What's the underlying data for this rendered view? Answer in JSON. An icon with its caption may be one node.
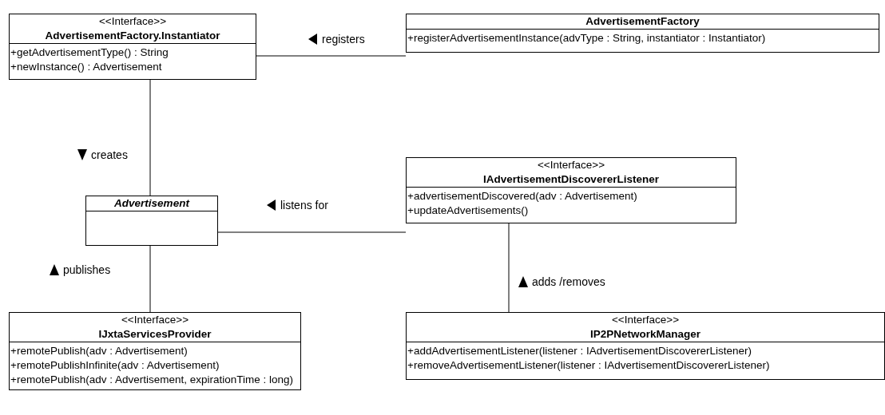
{
  "diagram": {
    "nodes": [
      {
        "text": [
          "<<Interface>>",
          "AdvertisementFactory.Instantiator",
          "+getAdvertisementType() : String",
          "+newInstance() : Advertisement"
        ]
      },
      {
        "text": [
          "AdvertisementFactory",
          "+registerAdvertisementInstance(advType : String, instantiator : Instantiator)"
        ]
      },
      {
        "text": [
          "Advertisement"
        ]
      },
      {
        "text": [
          "<<Interface>>",
          "IAdvertisementDiscovererListener",
          "+advertisementDiscovered(adv : Advertisement)",
          "+updateAdvertisements()"
        ]
      },
      {
        "text": [
          "<<Interface>>",
          "IJxtaServicesProvider",
          "+remotePublish(adv : Advertisement)",
          "+remotePublishInfinite(adv : Advertisement)",
          "+remotePublish(adv : Advertisement, expirationTime : long)"
        ]
      },
      {
        "text": [
          "<<Interface>>",
          "IP2PNetworkManager",
          "+addAdvertisementListener(listener : IAdvertisementDiscovererListener)",
          "+removeAdvertisementListener(listener : IAdvertisementDiscovererListener)"
        ]
      }
    ],
    "edges": [
      {
        "from": 0,
        "to": 1,
        "arrow": "none",
        "label": "registers"
      },
      {
        "from": 0,
        "to": 2,
        "arrow": "none",
        "label": "creates"
      },
      {
        "from": 2,
        "to": 3,
        "arrow": "none",
        "label": "listens for"
      },
      {
        "from": 2,
        "to": 4,
        "arrow": "none",
        "label": "publishes"
      },
      {
        "from": 3,
        "to": 5,
        "arrow": "none",
        "label": "adds /removes"
      }
    ]
  }
}
